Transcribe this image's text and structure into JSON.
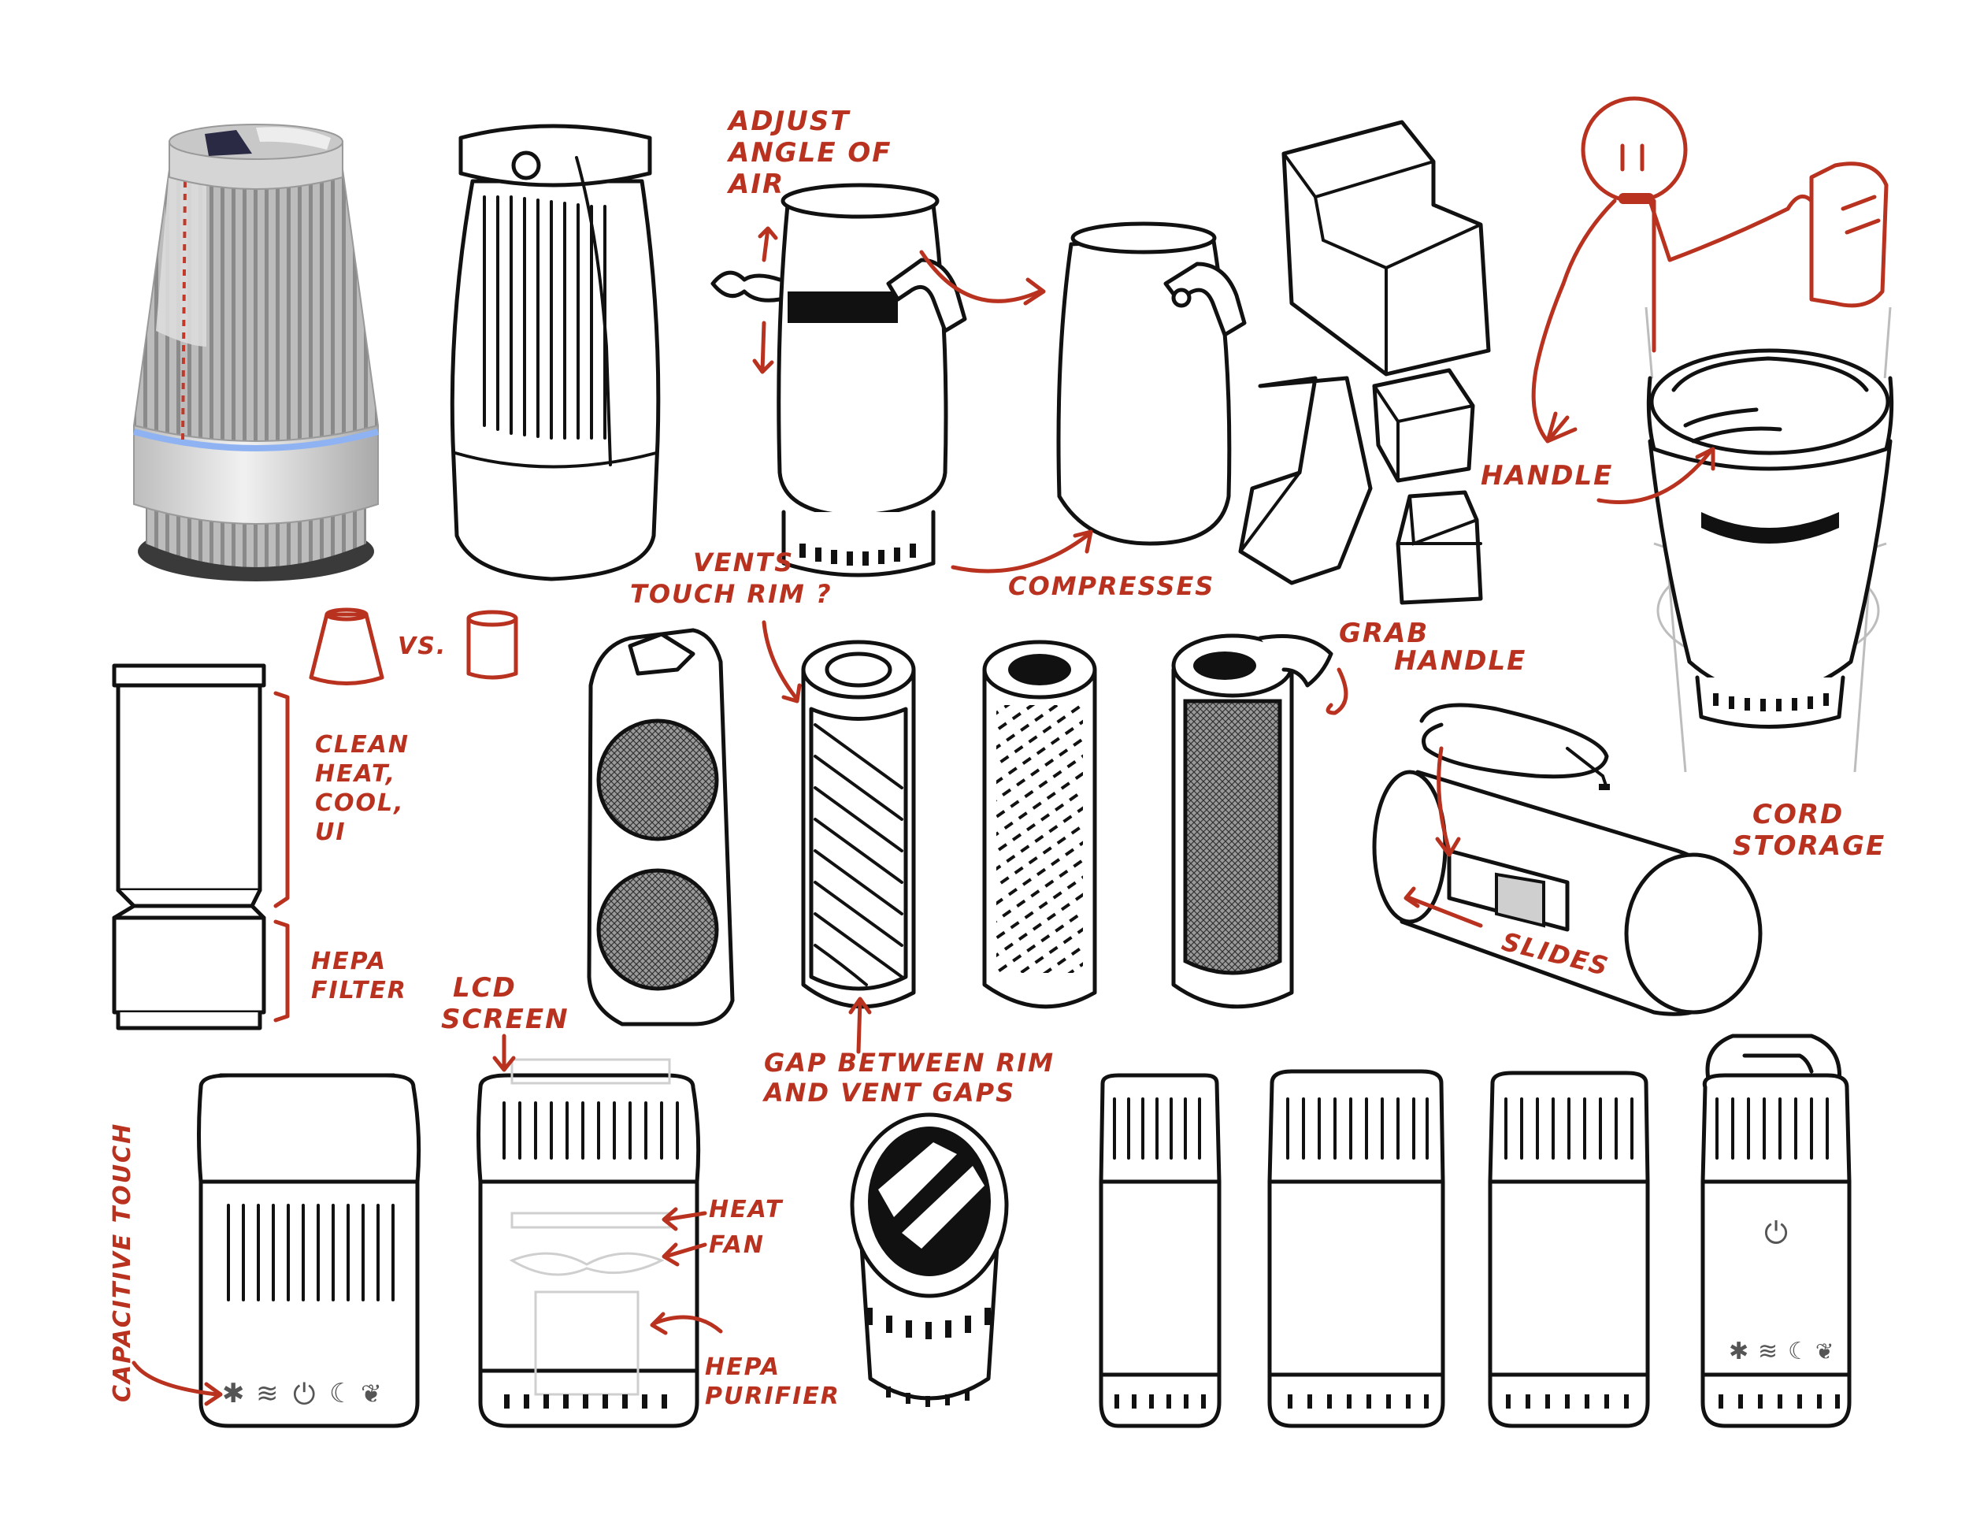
{
  "colors": {
    "ink": "#111111",
    "annotation": "#b8321f",
    "accent_glow": "#8fb3f2",
    "render_body": "#dcdcdc"
  },
  "annotations": {
    "adjust_angle": [
      "ADJUST",
      "ANGLE OF",
      "AIR"
    ],
    "compresses": "COMPRESSES",
    "vents_touch_rim": [
      "VENTS",
      "TOUCH RIM ?"
    ],
    "grab_handle": [
      "GRAB",
      "HANDLE"
    ],
    "handle": "HANDLE",
    "cord_storage": [
      "CORD",
      "STORAGE"
    ],
    "slides": "SLIDES",
    "vs": "VS.",
    "clean_heat_cool_ui": [
      "CLEAN",
      "HEAT,",
      "COOL,",
      "UI"
    ],
    "hepa_filter": [
      "HEPA",
      "FILTER"
    ],
    "lcd_screen": [
      "LCD",
      "SCREEN"
    ],
    "gap_between": [
      "GAP BETWEEN RIM",
      "AND VENT GAPS"
    ],
    "capacitive_touch": "CAPACITIVE TOUCH",
    "heat": "HEAT",
    "fan": "FAN",
    "hepa_purifier": [
      "HEPA",
      "PURIFIER"
    ]
  },
  "icons": {
    "controls_row": [
      "snowflake-icon",
      "heat-waves-icon",
      "power-icon",
      "moon-icon",
      "leaf-icon"
    ],
    "snowflake": "✱",
    "heat": "≋",
    "power": "⏻",
    "moon": "☾",
    "leaf": "❦"
  }
}
